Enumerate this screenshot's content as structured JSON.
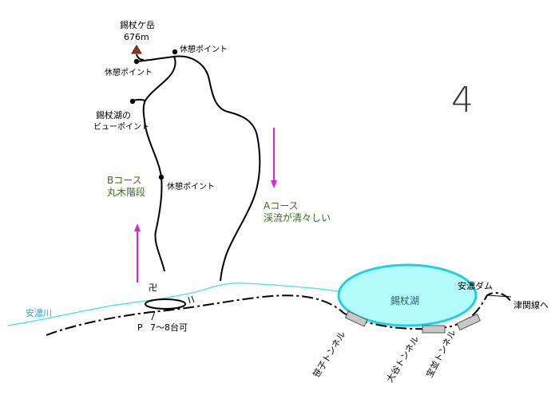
{
  "summit": {
    "name": "錫杖ケ岳",
    "elevation": "676m"
  },
  "rest_points": {
    "top": "休憩ポイント",
    "left": "休憩ポイント",
    "mid": "休憩ポイント"
  },
  "view_point": {
    "line1": "錫杖湖の",
    "line2": "ビューポイント"
  },
  "course_b": {
    "line1": "Bコース",
    "line2": "丸木階段"
  },
  "course_a": {
    "line1": "Aコース",
    "line2": "渓流が清々しい"
  },
  "page_number": "4",
  "river": "安濃川",
  "lake": "錫杖湖",
  "dam": "安濃ダム",
  "rail_to": "津関線へ",
  "parking": {
    "symbol": "P",
    "capacity": "7～8台可"
  },
  "temple_symbol": "卍",
  "tunnels": [
    "笹子トンネル",
    "大谷トンネル",
    "宝並トンネル"
  ],
  "colors": {
    "trail": "#000000",
    "river": "#40e0f0",
    "lake_fill": "#b3fbfb",
    "lake_stroke": "#1fd0e0",
    "arrow": "#e020e0",
    "summit": "#8b3a1a",
    "label_green": "#3a6b1e",
    "tunnel": "#c8c8c8"
  }
}
